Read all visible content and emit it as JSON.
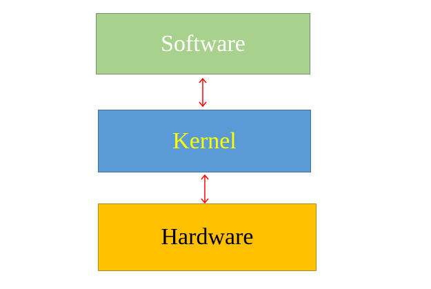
{
  "layers": [
    {
      "label": "Software",
      "fill": "#a9d18e",
      "text_color": "#ffffff"
    },
    {
      "label": "Kernel",
      "fill": "#5b9bd5",
      "text_color": "#ffff00"
    },
    {
      "label": "Hardware",
      "fill": "#ffc000",
      "text_color": "#000000"
    }
  ],
  "connectors": [
    {
      "from": "Software",
      "to": "Kernel",
      "style": "bidirectional",
      "color": "#ff0000"
    },
    {
      "from": "Kernel",
      "to": "Hardware",
      "style": "bidirectional",
      "color": "#ff0000"
    }
  ]
}
